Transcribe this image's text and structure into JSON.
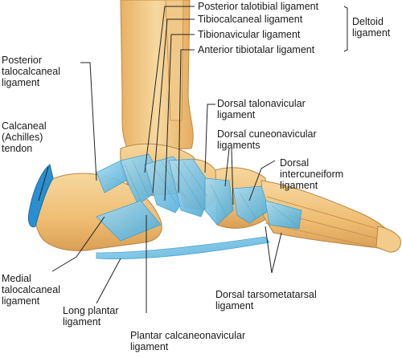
{
  "labels": {
    "posterior_talotibial": "Posterior talotibial ligament",
    "tibiocalcaneal": "Tibiocalcaneal ligament",
    "tibionavicular": "Tibionavicular ligament",
    "anterior_tibiotalar": "Anterior tibiotalar ligament",
    "deltoid": [
      "Deltoid",
      "ligament"
    ],
    "posterior_talocalcaneal": [
      "Posterior",
      "talocalcaneal",
      "ligament"
    ],
    "calcaneal_tendon": [
      "Calcaneal",
      "(Achilles)",
      "tendon"
    ],
    "dorsal_talonavicular": [
      "Dorsal talonavicular",
      "ligament"
    ],
    "dorsal_cuneonavicular": [
      "Dorsal cuneonavicular",
      "ligaments"
    ],
    "dorsal_intercuneiform": [
      "Dorsal",
      "intercuneiform",
      "ligament"
    ],
    "medial_talocalcaneal": [
      "Medial",
      "talocalcaneal",
      "ligament"
    ],
    "long_plantar": [
      "Long plantar",
      "ligament"
    ],
    "plantar_calcaneonavicular": [
      "Plantar calcaneonavicular",
      "ligament"
    ],
    "dorsal_tarsometatarsal": [
      "Dorsal tarsometatarsal",
      "ligament"
    ]
  },
  "colors": {
    "bone": "#f2c582",
    "bone_shadow": "#d9a25a",
    "bone_outline": "#b98642",
    "ligament": "#7fc8e8",
    "ligament_dark": "#3b9fd1",
    "tendon": "#2a8fd0",
    "leader": "#222222"
  }
}
